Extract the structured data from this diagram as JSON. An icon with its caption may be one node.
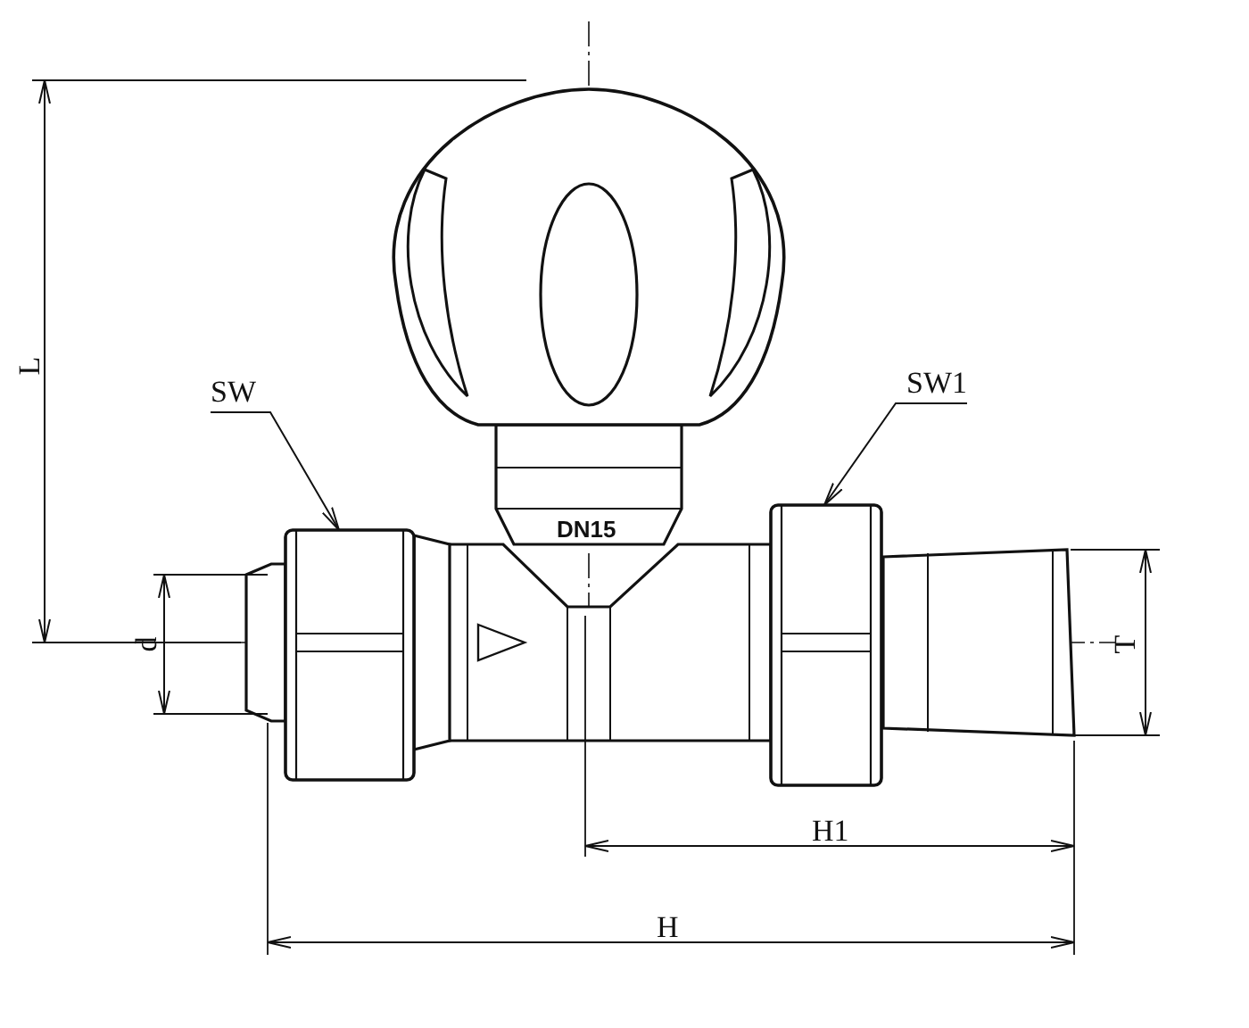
{
  "diagram": {
    "nodes": [
      {
        "text": [
          "SW"
        ]
      },
      {
        "text": [],
        "shape": "picture"
      },
      {
        "text": [
          "SW1"
        ]
      },
      {
        "text": [],
        "shape": "picture"
      }
    ],
    "edges": [
      {
        "from": 0,
        "to": 1,
        "arrow": "to"
      },
      {
        "from": 2,
        "to": 3,
        "arrow": "to"
      }
    ],
    "labels": [
      "L",
      "DN15",
      "d",
      "T",
      "H1",
      "H"
    ]
  }
}
